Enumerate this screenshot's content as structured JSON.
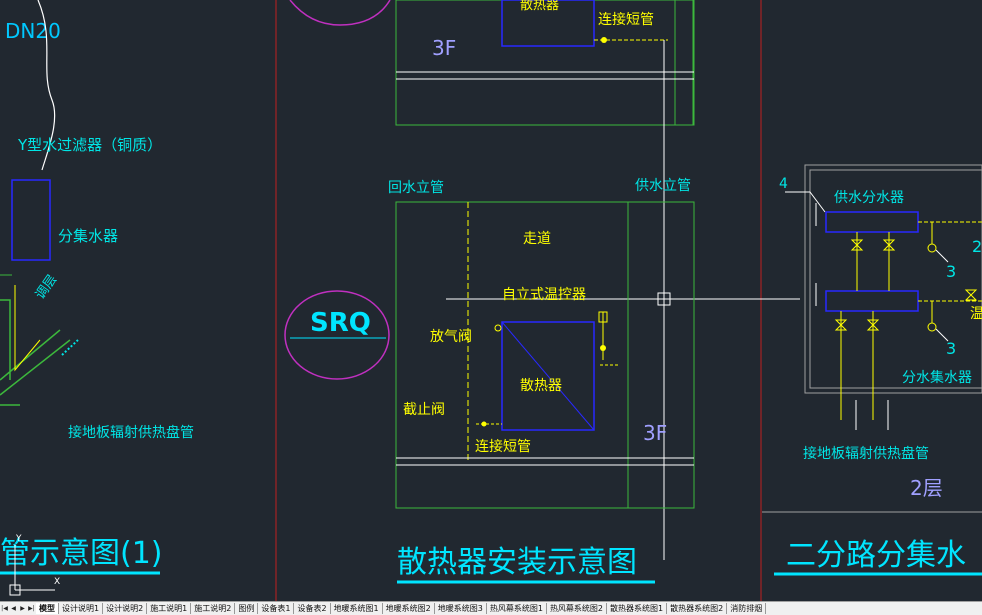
{
  "drawing": {
    "left_panel": {
      "pipe_size": "DN20",
      "filter_label": "Y型水过滤器（铜质）",
      "manifold_label": "分集水器",
      "fill_label": "调层",
      "floor_coil_label": "接地板辐射供热盘管",
      "title": "管示意图(1)"
    },
    "center_panel": {
      "top_radiator_label": "散热器",
      "top_short_pipe_label": "连接短管",
      "top_floor_label": "3F",
      "return_riser_label": "回水立管",
      "supply_riser_label": "供水立管",
      "corridor_label": "走道",
      "thermostat_label": "自立式温控器",
      "air_valve_label": "放气阀",
      "radiator_label": "散热器",
      "stop_valve_label": "截止阀",
      "short_pipe_label": "连接短管",
      "floor_label": "3F",
      "room_tag": "SRQ",
      "title": "散热器安装示意图"
    },
    "right_panel": {
      "callout_number": "4",
      "supply_manifold_label": "供水分水器",
      "return_manifold_label": "分水集水器",
      "callout_3a": "3",
      "callout_3b": "3",
      "callout_2": "2",
      "temp_label": "温",
      "floor_coil_label": "接地板辐射供热盘管",
      "floor_label": "2层",
      "title": "二分路分集水"
    }
  },
  "tabs": [
    "模型",
    "设计说明1",
    "设计说明2",
    "施工说明1",
    "施工说明2",
    "图例",
    "设备表1",
    "设备表2",
    "地暖系统图1",
    "地暖系统图2",
    "地暖系统图3",
    "热风幕系统图1",
    "热风幕系统图2",
    "散热器系统图1",
    "散热器系统图2",
    "消防排烟"
  ],
  "active_tab": 0,
  "colors": {
    "background": "#212830",
    "title_cyan": "#00e5ff",
    "text_yellow": "#ffff00",
    "line_green": "#3cb83c",
    "line_blue": "#2828ff",
    "circle_magenta": "#c030c0",
    "line_red": "#c02020"
  }
}
